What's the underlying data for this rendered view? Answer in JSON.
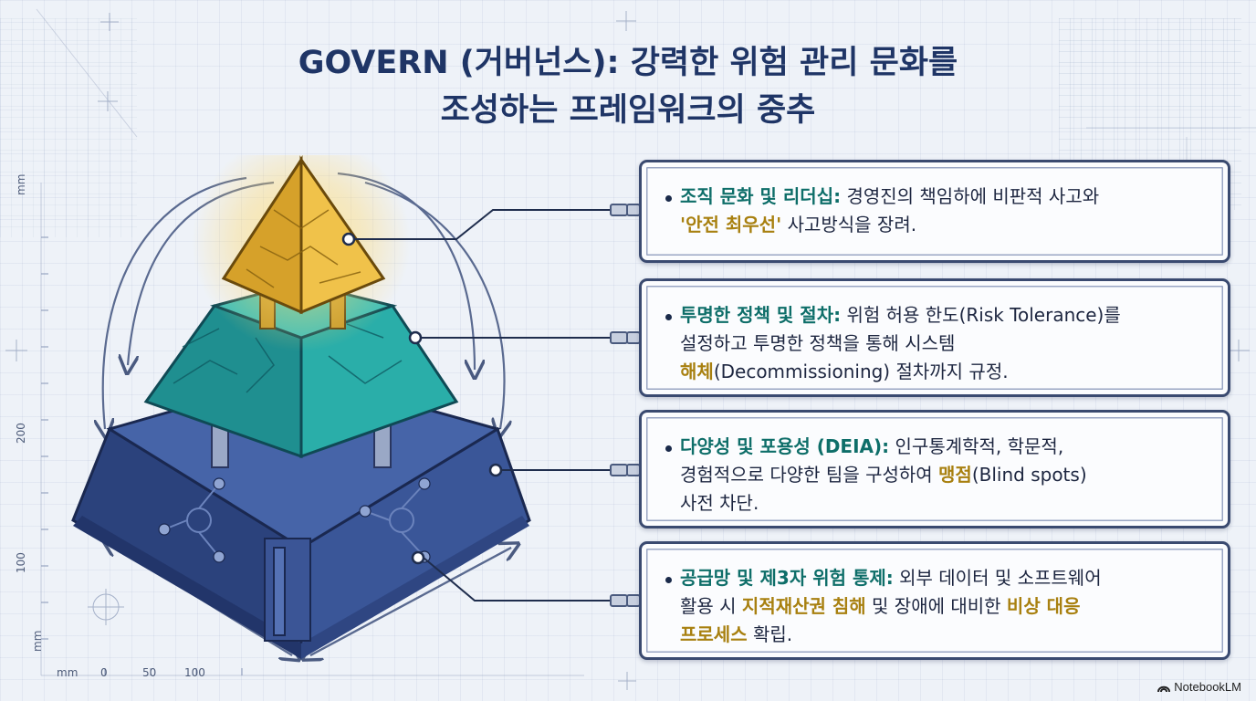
{
  "title": {
    "line1": "GOVERN (거버넌스): 강력한 위험 관리 문화를",
    "line2": "조성하는 프레임워크의 중추"
  },
  "cards": [
    {
      "segments": [
        [
          {
            "t": "조직 문화 및 리더십:",
            "s": "head"
          },
          {
            "t": " 경영진의 책임하에 비판적 사고와",
            "s": ""
          }
        ],
        [
          {
            "t": "'안전 최우선'",
            "s": "hl"
          },
          {
            "t": " 사고방식을 장려.",
            "s": ""
          }
        ]
      ]
    },
    {
      "segments": [
        [
          {
            "t": "투명한 정책 및 절차:",
            "s": "head"
          },
          {
            "t": " 위험 허용 한도(Risk Tolerance)를",
            "s": ""
          }
        ],
        [
          {
            "t": "설정하고 투명한 정책을 통해 시스템",
            "s": ""
          }
        ],
        [
          {
            "t": "해체",
            "s": "hl"
          },
          {
            "t": "(Decommissioning) 절차까지 규정.",
            "s": ""
          }
        ]
      ]
    },
    {
      "segments": [
        [
          {
            "t": "다양성 및 포용성 (DEIA):",
            "s": "head"
          },
          {
            "t": " 인구통계학적, 학문적,",
            "s": ""
          }
        ],
        [
          {
            "t": "경험적으로 다양한 팀을 구성하여 ",
            "s": ""
          },
          {
            "t": "맹점",
            "s": "hl"
          },
          {
            "t": "(Blind spots)",
            "s": ""
          }
        ],
        [
          {
            "t": "사전 차단.",
            "s": ""
          }
        ]
      ]
    },
    {
      "segments": [
        [
          {
            "t": "공급망 및 제3자 위험 통제:",
            "s": "head"
          },
          {
            "t": " 외부 데이터 및 소프트웨어",
            "s": ""
          }
        ],
        [
          {
            "t": "활용 시 ",
            "s": ""
          },
          {
            "t": "지적재산권 침해",
            "s": "hl"
          },
          {
            "t": " 및 장애에 대비한 ",
            "s": ""
          },
          {
            "t": "비상 대응",
            "s": "hl"
          }
        ],
        [
          {
            "t": "프로세스",
            "s": "hl"
          },
          {
            "t": " 확립.",
            "s": ""
          }
        ]
      ]
    }
  ],
  "ruler": {
    "bottom_unit": "mm",
    "bottom_ticks": [
      "0",
      "50",
      "100"
    ],
    "left_unit_top": "mm",
    "left_unit_bottom": "mm",
    "left_ticks": [
      "200",
      "100"
    ]
  },
  "brand": "NotebookLM",
  "icons": [
    "pyramid-illustration",
    "notebooklm-logo-icon"
  ],
  "colors": {
    "title": "#1f3566",
    "heading": "#0e6e69",
    "highlight": "#a88010",
    "card_border": "#3a4a70",
    "pyramid_gold": "#e7b73a",
    "pyramid_teal": "#2aa9a6",
    "pyramid_navy": "#34508f"
  }
}
